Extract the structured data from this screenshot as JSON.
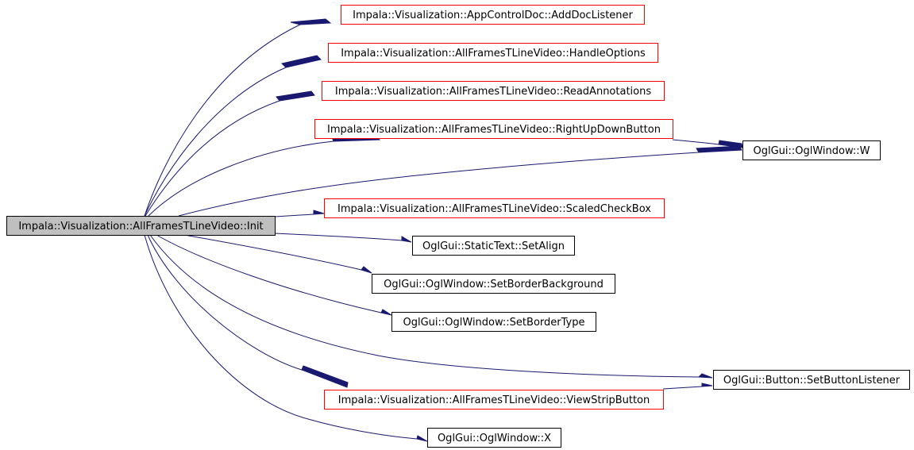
{
  "graph": {
    "root": {
      "id": "init",
      "label": "Impala::Visualization::AllFramesTLineVideo::Init",
      "fill": "#bfbfbf",
      "border": "#000000"
    },
    "callees": [
      {
        "id": "add_doc_listener",
        "label": "Impala::Visualization::AppControlDoc::AddDocListener",
        "border": "#ff0000",
        "linked": true
      },
      {
        "id": "handle_options",
        "label": "Impala::Visualization::AllFramesTLineVideo::HandleOptions",
        "border": "#ff0000",
        "linked": true
      },
      {
        "id": "read_annotations",
        "label": "Impala::Visualization::AllFramesTLineVideo::ReadAnnotations",
        "border": "#ff0000",
        "linked": true
      },
      {
        "id": "right_up_down_button",
        "label": "Impala::Visualization::AllFramesTLineVideo::RightUpDownButton",
        "border": "#ff0000",
        "linked": true
      },
      {
        "id": "w",
        "label": "OglGui::OglWindow::W",
        "border": "#000000",
        "linked": false
      },
      {
        "id": "scaled_check_box",
        "label": "Impala::Visualization::AllFramesTLineVideo::ScaledCheckBox",
        "border": "#ff0000",
        "linked": true
      },
      {
        "id": "set_align",
        "label": "OglGui::StaticText::SetAlign",
        "border": "#000000",
        "linked": false
      },
      {
        "id": "set_border_background",
        "label": "OglGui::OglWindow::SetBorderBackground",
        "border": "#000000",
        "linked": false
      },
      {
        "id": "set_border_type",
        "label": "OglGui::OglWindow::SetBorderType",
        "border": "#000000",
        "linked": false
      },
      {
        "id": "set_button_listener",
        "label": "OglGui::Button::SetButtonListener",
        "border": "#000000",
        "linked": false
      },
      {
        "id": "view_strip_button",
        "label": "Impala::Visualization::AllFramesTLineVideo::ViewStripButton",
        "border": "#ff0000",
        "linked": true
      },
      {
        "id": "x",
        "label": "OglGui::OglWindow::X",
        "border": "#000000",
        "linked": false
      }
    ],
    "edges": [
      [
        "init",
        "add_doc_listener"
      ],
      [
        "init",
        "handle_options"
      ],
      [
        "init",
        "read_annotations"
      ],
      [
        "init",
        "right_up_down_button"
      ],
      [
        "init",
        "w"
      ],
      [
        "init",
        "scaled_check_box"
      ],
      [
        "init",
        "set_align"
      ],
      [
        "init",
        "set_border_background"
      ],
      [
        "init",
        "set_border_type"
      ],
      [
        "init",
        "set_button_listener"
      ],
      [
        "init",
        "view_strip_button"
      ],
      [
        "init",
        "x"
      ],
      [
        "right_up_down_button",
        "w"
      ],
      [
        "view_strip_button",
        "set_button_listener"
      ]
    ],
    "edge_color": "#191970"
  }
}
